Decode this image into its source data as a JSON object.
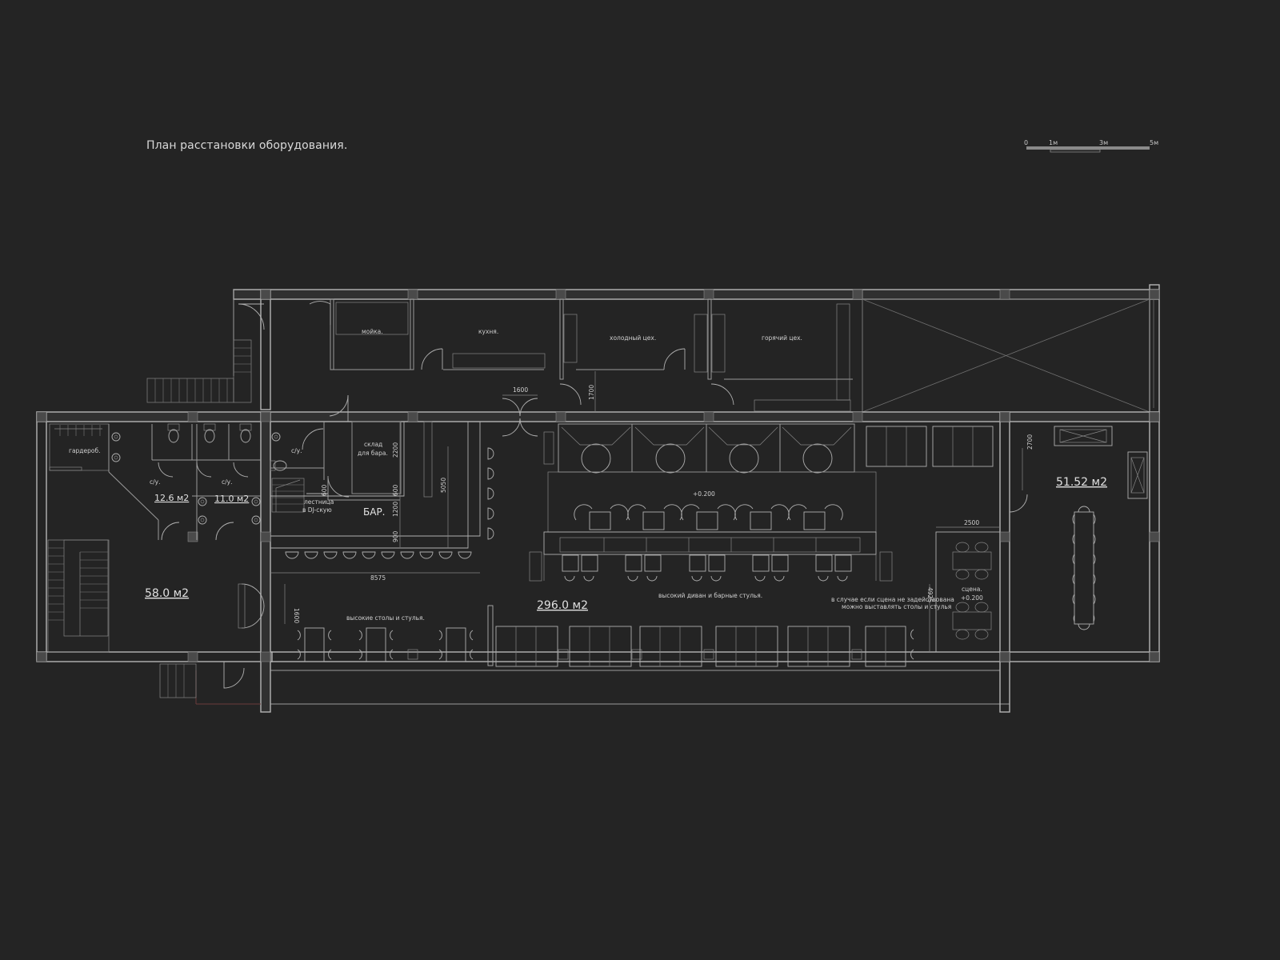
{
  "title": "План расстановки оборудования.",
  "scale": {
    "labels": [
      "0",
      "1м",
      "3м",
      "5м"
    ]
  },
  "rooms": {
    "washing": "мойка.",
    "kitchen": "кухня.",
    "cold_shop": "холодный цех.",
    "hot_shop": "горячий цех.",
    "cloakroom": "гардероб.",
    "wc": "с/у.",
    "bar_storage_l1": "склад",
    "bar_storage_l2": "для бара.",
    "stairs_l1": "лестница",
    "stairs_l2": "в DJ-скую",
    "bar": "БАР.",
    "high_tables": "высокие столы и стулья.",
    "high_sofa": "высокий диван и барные стулья.",
    "stage_l1": "сцена.",
    "stage_l2": "+0.200",
    "stage_note_l1": "в случае если сцена не задействована",
    "stage_note_l2": "можно выставлять столы и стулья",
    "level": "+0.200"
  },
  "areas": {
    "wc1": "12.6 м2",
    "wc2": "11.0 м2",
    "lobby": "58.0 м2",
    "main_hall": "296.0 м2",
    "vip": "51.52 м2"
  },
  "dimensions": {
    "d1600_top": "1600",
    "d1700": "1700",
    "d2200": "2200",
    "d600a": "600",
    "d600b": "600",
    "d1200": "1200",
    "d900": "900",
    "d5050": "5050",
    "d8575": "8575",
    "d1600_side": "1600",
    "d2700": "2700",
    "d2500": "2500",
    "d4925": "4925"
  }
}
